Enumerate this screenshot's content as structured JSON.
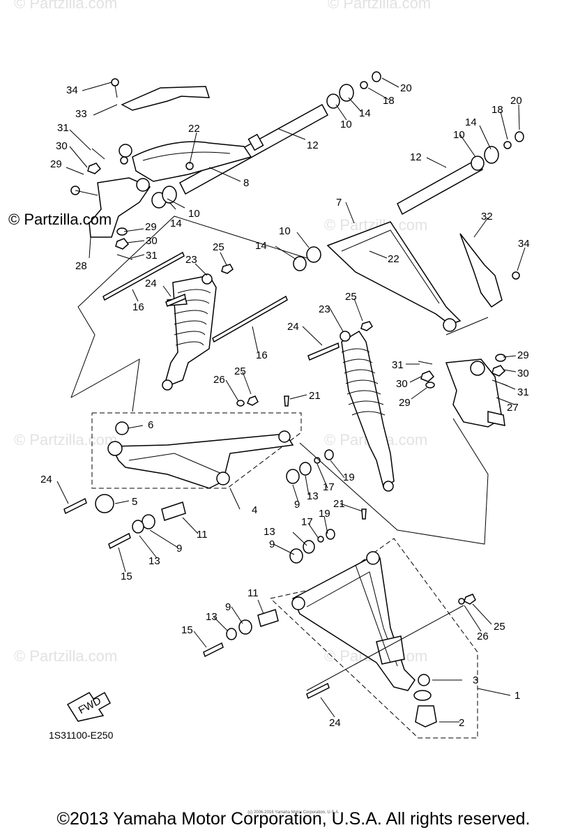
{
  "watermark_text": "© Partzilla.com",
  "diagram_code": "1S31100-E250",
  "fwd_label": "FWD",
  "copyright": "©2013 Yamaha Motor Corporation, U.S.A. All rights reserved.",
  "small_copyright": "(c) 2006-2016 Yamaha Motor Corporation, U.S.A.",
  "callouts": {
    "c1": "1",
    "c2": "2",
    "c3": "3",
    "c4": "4",
    "c5": "5",
    "c6": "6",
    "c7": "7",
    "c8": "8",
    "c9a": "9",
    "c9b": "9",
    "c9c": "9",
    "c9d": "9",
    "c10a": "10",
    "c10b": "10",
    "c10c": "10",
    "c10d": "10",
    "c11a": "11",
    "c11b": "11",
    "c12a": "12",
    "c12b": "12",
    "c13a": "13",
    "c13b": "13",
    "c13c": "13",
    "c13d": "13",
    "c14a": "14",
    "c14b": "14",
    "c14c": "14",
    "c14d": "14",
    "c15a": "15",
    "c15b": "15",
    "c16a": "16",
    "c16b": "16",
    "c17a": "17",
    "c17b": "17",
    "c18a": "18",
    "c18b": "18",
    "c19a": "19",
    "c19b": "19",
    "c20a": "20",
    "c20b": "20",
    "c21a": "21",
    "c21b": "21",
    "c22a": "22",
    "c22b": "22",
    "c23a": "23",
    "c23b": "23",
    "c24a": "24",
    "c24b": "24",
    "c24c": "24",
    "c24d": "24",
    "c25a": "25",
    "c25b": "25",
    "c25c": "25",
    "c25d": "25",
    "c26a": "26",
    "c26b": "26",
    "c27": "27",
    "c28": "28",
    "c29a": "29",
    "c29b": "29",
    "c29c": "29",
    "c29d": "29",
    "c30a": "30",
    "c30b": "30",
    "c30c": "30",
    "c30d": "30",
    "c31a": "31",
    "c31b": "31",
    "c31c": "31",
    "c31d": "31",
    "c32": "32",
    "c33": "33",
    "c34a": "34",
    "c34b": "34"
  }
}
